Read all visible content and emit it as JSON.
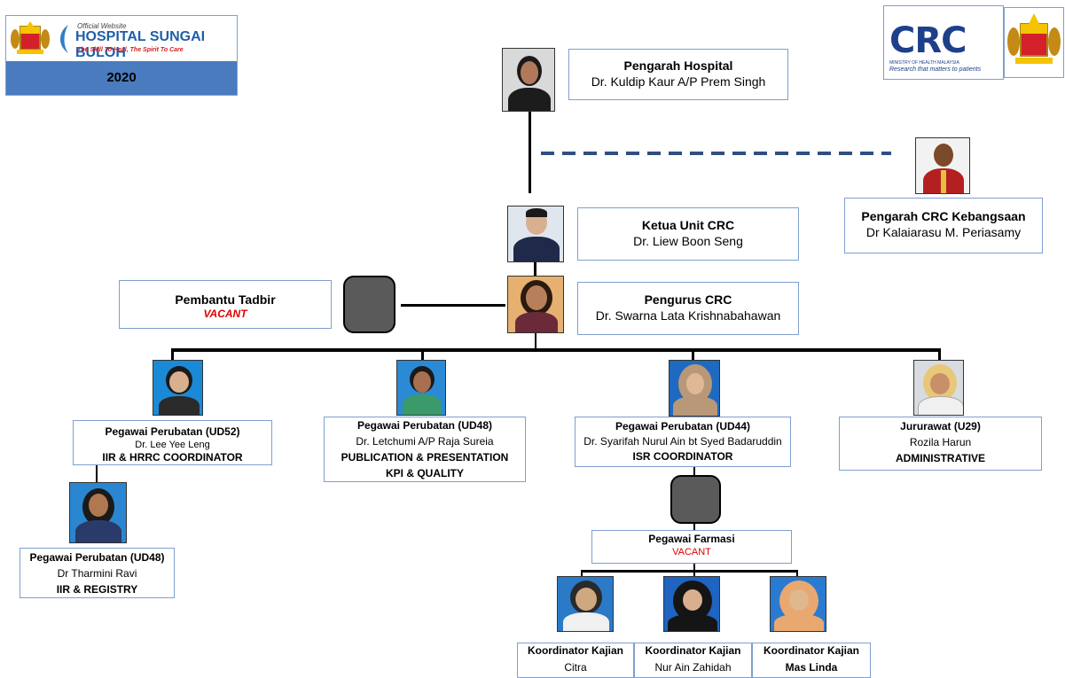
{
  "header_left": {
    "official_website": "Official Website",
    "hospital_name": "HOSPITAL SUNGAI BULOH",
    "tagline": "The Skill To Heal, The Spirit To Care",
    "year": "2020"
  },
  "header_right": {
    "crc_logo_text": "CRC",
    "crc_ministry": "MINISTRY OF HEALTH MALAYSIA",
    "crc_tagline": "Research that matters to patients"
  },
  "director": {
    "title": "Pengarah Hospital",
    "name": "Dr. Kuldip Kaur A/P Prem Singh"
  },
  "national_director": {
    "title": "Pengarah CRC Kebangsaan",
    "name": "Dr Kalaiarasu M. Periasamy"
  },
  "head_unit": {
    "title": "Ketua Unit CRC",
    "name": "Dr. Liew Boon Seng"
  },
  "manager": {
    "title": "Pengurus CRC",
    "name": "Dr. Swarna Lata Krishnabahawan"
  },
  "admin_assistant": {
    "title": "Pembantu Tadbir",
    "status": "VACANT"
  },
  "officers": [
    {
      "title": "Pegawai Perubatan (UD52)",
      "name": "Dr. Lee Yee Leng",
      "role": "IIR & HRRC COORDINATOR"
    },
    {
      "title": "Pegawai Perubatan (UD48)",
      "name": "Dr. Letchumi A/P Raja Sureia",
      "role": "PUBLICATION & PRESENTATION",
      "role2": "KPI & QUALITY"
    },
    {
      "title": "Pegawai Perubatan (UD44)",
      "name": "Dr. Syarifah Nurul Ain bt Syed Badaruddin",
      "role": "ISR COORDINATOR"
    },
    {
      "title": "Jururawat (U29)",
      "name": "Rozila Harun",
      "role": "ADMINISTRATIVE"
    }
  ],
  "sub_officer": {
    "title": "Pegawai Perubatan (UD48)",
    "name": "Dr Tharmini Ravi",
    "role": "IIR & REGISTRY"
  },
  "pharmacist": {
    "title": "Pegawai Farmasi",
    "status": "VACANT"
  },
  "coordinators": [
    {
      "title": "Koordinator Kajian",
      "name": "Citra"
    },
    {
      "title": "Koordinator Kajian",
      "name": "Nur Ain Zahidah"
    },
    {
      "title": "Koordinator Kajian",
      "name": "Mas Linda"
    }
  ],
  "colors": {
    "box_border": "#7f9fcf",
    "year_band": "#4a7bbf",
    "dashed_line": "#2f4f7f",
    "vacant": "#e00000",
    "placeholder": "#5a5a5a"
  }
}
